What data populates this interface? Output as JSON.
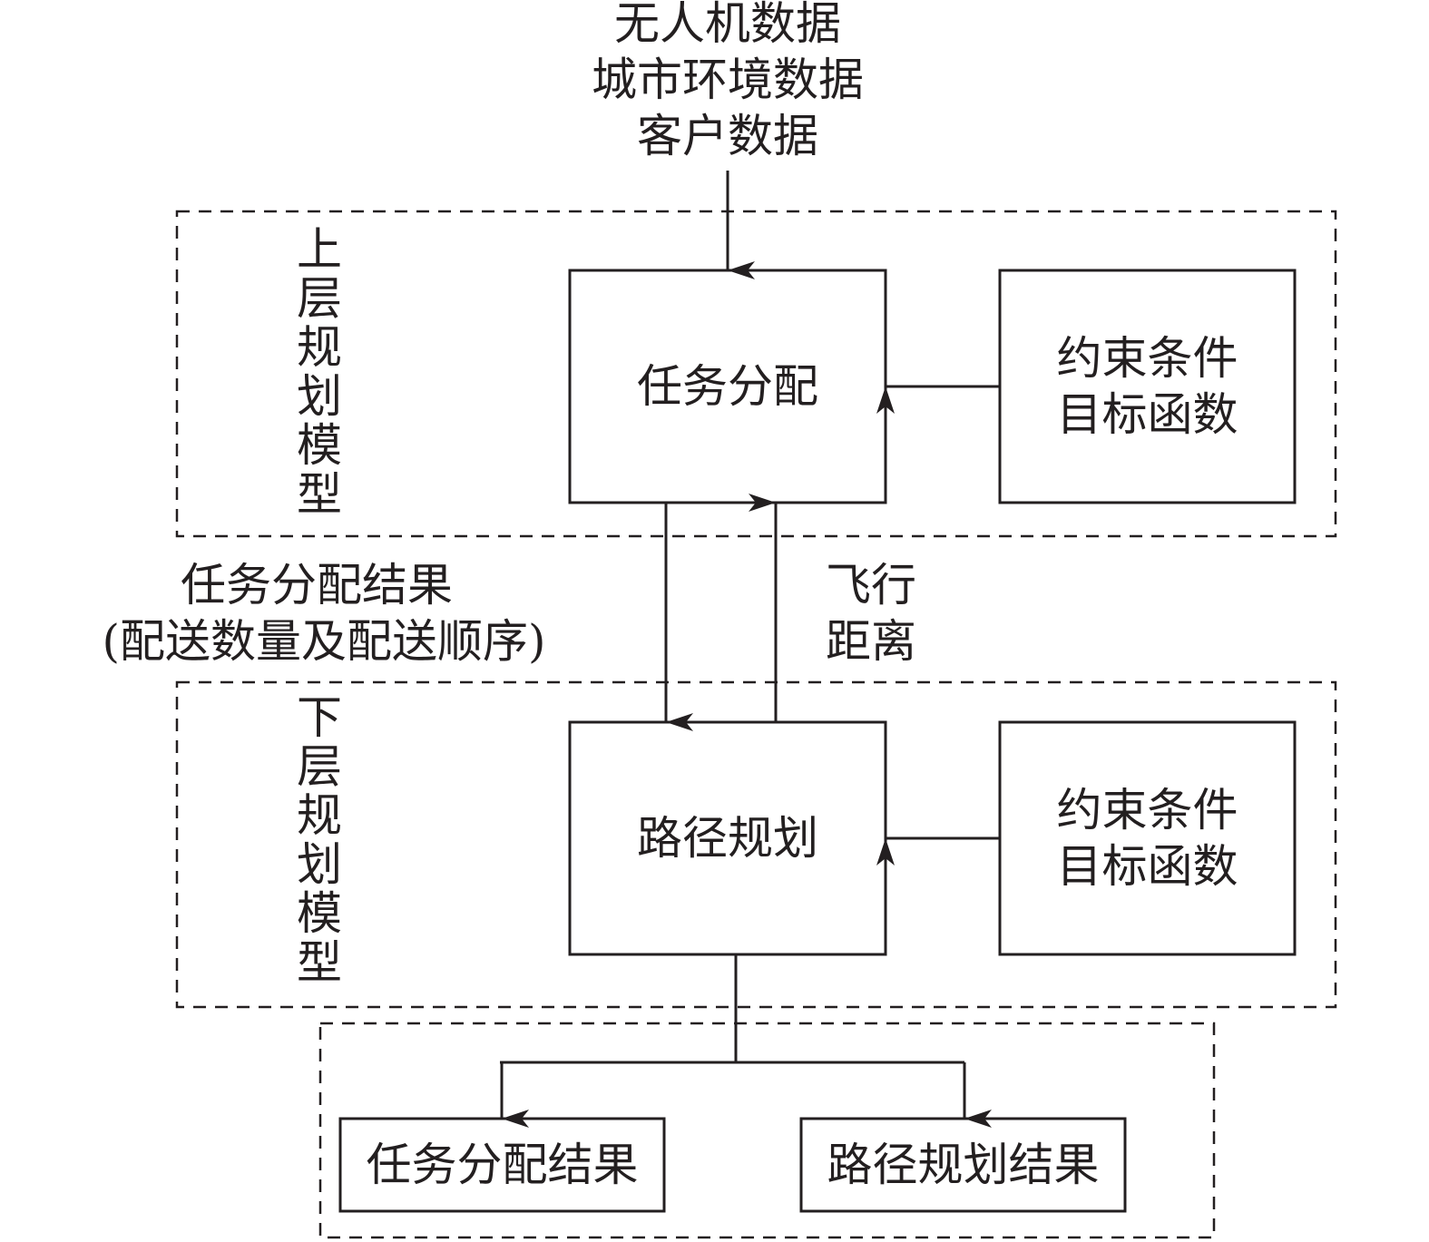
{
  "inputs": {
    "lines": [
      "无人机数据",
      "城市环境数据",
      "客户数据"
    ]
  },
  "upper_model": {
    "label": "上层规划模型",
    "chars": [
      "上",
      "层",
      "规",
      "划",
      "模",
      "型"
    ],
    "main_box": "任务分配",
    "constraint_box": [
      "约束条件",
      "目标函数"
    ]
  },
  "lower_model": {
    "label": "下层规划模型",
    "chars": [
      "下",
      "层",
      "规",
      "划",
      "模",
      "型"
    ],
    "main_box": "路径规划",
    "constraint_box": [
      "约束条件",
      "目标函数"
    ]
  },
  "link_down": {
    "lines": [
      "任务分配结果",
      "(配送数量及配送顺序)"
    ]
  },
  "link_up": {
    "lines": [
      "飞行",
      "距离"
    ]
  },
  "outputs": {
    "task_result": "任务分配结果",
    "route_result": "路径规划结果"
  },
  "colors": {
    "stroke": "#231f20",
    "background": "#ffffff"
  }
}
